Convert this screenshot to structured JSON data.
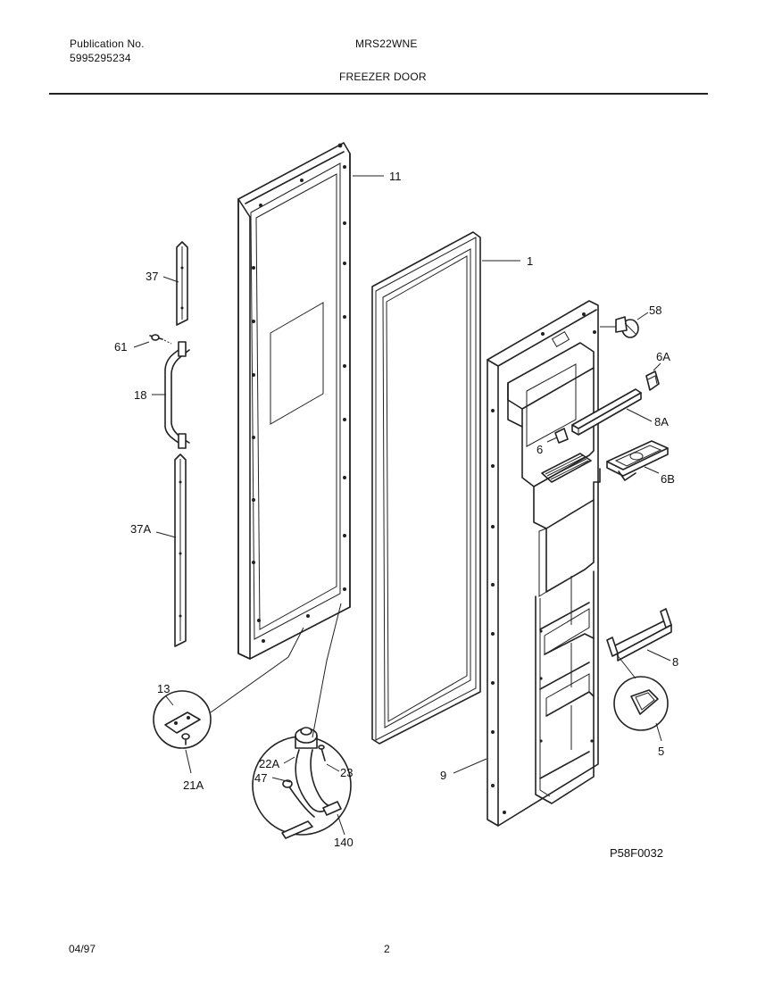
{
  "header": {
    "publication_label": "Publication No.",
    "publication_number": "5995295234",
    "model": "MRS22WNE",
    "section_title": "FREEZER DOOR"
  },
  "callouts": {
    "p11": "11",
    "p1": "1",
    "p58": "58",
    "p6A": "6A",
    "p8A": "8A",
    "p6": "6",
    "p6B": "6B",
    "p37": "37",
    "p61": "61",
    "p18": "18",
    "p37A": "37A",
    "p13": "13",
    "p21A": "21A",
    "p22A": "22A",
    "p47": "47",
    "p23": "23",
    "p140": "140",
    "p9": "9",
    "p8": "8",
    "p5": "5"
  },
  "figure_code": "P58F0032",
  "footer": {
    "date": "04/97",
    "page": "2"
  }
}
